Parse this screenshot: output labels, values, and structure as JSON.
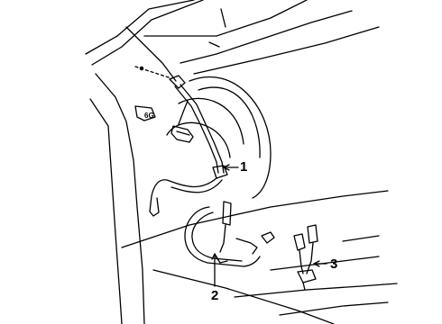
{
  "callouts": {
    "one": "1",
    "two": "2",
    "three": "3"
  },
  "stamps": [
    "6G"
  ],
  "colors": {
    "ink": "#000000",
    "paper": "#ffffff"
  }
}
